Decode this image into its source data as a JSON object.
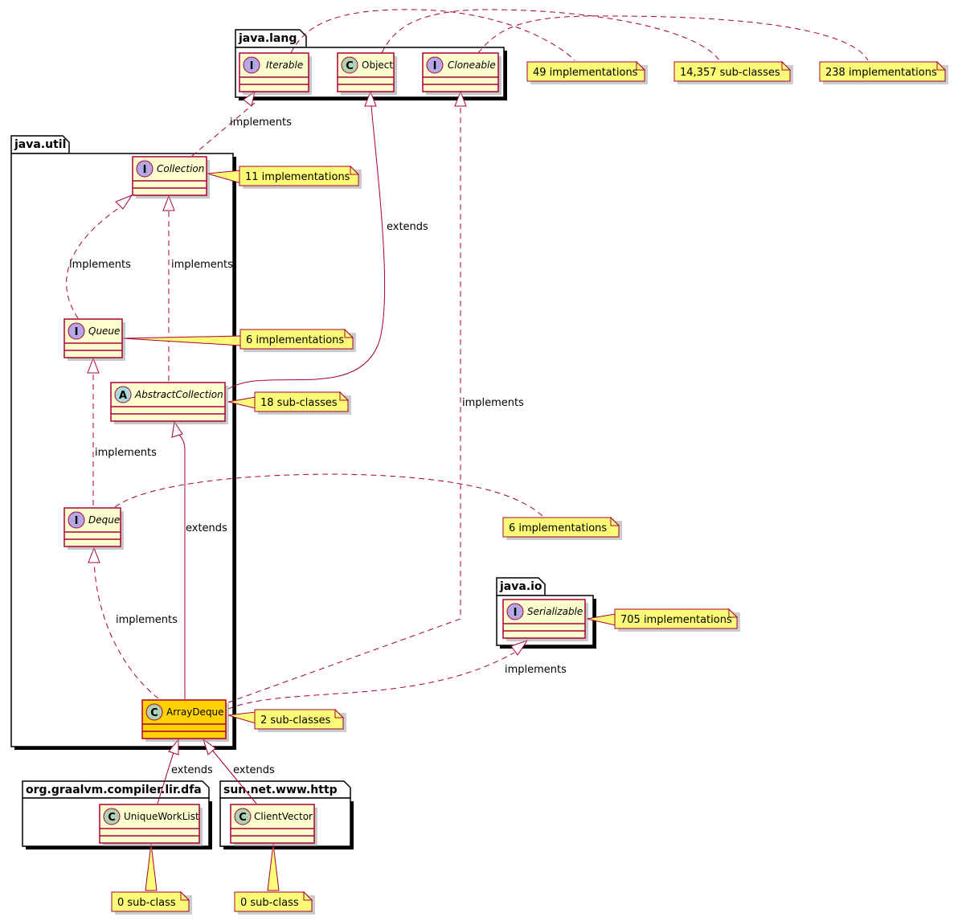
{
  "packages": [
    {
      "id": "java-lang",
      "label": "java.lang"
    },
    {
      "id": "java-util",
      "label": "java.util"
    },
    {
      "id": "java-io",
      "label": "java.io"
    },
    {
      "id": "org-graalvm",
      "label": "org.graalvm.compiler.lir.dfa"
    },
    {
      "id": "sun-net",
      "label": "sun.net.www.http"
    }
  ],
  "classes": [
    {
      "id": "iterable",
      "name": "Iterable",
      "kind": "interface",
      "badge": "I",
      "badge_color": "#B4A7E5"
    },
    {
      "id": "object",
      "name": "Object",
      "kind": "class",
      "badge": "C",
      "badge_color": "#ADD1B2"
    },
    {
      "id": "cloneable",
      "name": "Cloneable",
      "kind": "interface",
      "badge": "I",
      "badge_color": "#B4A7E5"
    },
    {
      "id": "collection",
      "name": "Collection",
      "kind": "interface",
      "badge": "I",
      "badge_color": "#B4A7E5"
    },
    {
      "id": "queue",
      "name": "Queue",
      "kind": "interface",
      "badge": "I",
      "badge_color": "#B4A7E5"
    },
    {
      "id": "abstractcollection",
      "name": "AbstractCollection",
      "kind": "abstract",
      "badge": "A",
      "badge_color": "#A9DCDF"
    },
    {
      "id": "deque",
      "name": "Deque",
      "kind": "interface",
      "badge": "I",
      "badge_color": "#B4A7E5"
    },
    {
      "id": "arraydeque",
      "name": "ArrayDeque",
      "kind": "class",
      "badge": "C",
      "badge_color": "#ADD1B2",
      "highlight": true
    },
    {
      "id": "serializable",
      "name": "Serializable",
      "kind": "interface",
      "badge": "I",
      "badge_color": "#B4A7E5"
    },
    {
      "id": "uniqueworklist",
      "name": "UniqueWorkList",
      "kind": "class",
      "badge": "C",
      "badge_color": "#ADD1B2"
    },
    {
      "id": "clientvector",
      "name": "ClientVector",
      "kind": "class",
      "badge": "C",
      "badge_color": "#ADD1B2"
    }
  ],
  "notes": [
    {
      "id": "note-iterable",
      "text": "49 implementations"
    },
    {
      "id": "note-object",
      "text": "14,357 sub-classes"
    },
    {
      "id": "note-cloneable",
      "text": "238 implementations"
    },
    {
      "id": "note-collection",
      "text": "11 implementations"
    },
    {
      "id": "note-queue",
      "text": "6 implementations"
    },
    {
      "id": "note-abstractcollection",
      "text": "18 sub-classes"
    },
    {
      "id": "note-deque",
      "text": "6 implementations"
    },
    {
      "id": "note-serializable",
      "text": "705 implementations"
    },
    {
      "id": "note-arraydeque",
      "text": "2 sub-classes"
    },
    {
      "id": "note-uniqueworklist",
      "text": "0 sub-class"
    },
    {
      "id": "note-clientvector",
      "text": "0 sub-class"
    }
  ],
  "edges": [
    {
      "id": "collection-iterable",
      "label": "implements",
      "style": "dashed"
    },
    {
      "id": "queue-collection",
      "label": "implements",
      "style": "dashed"
    },
    {
      "id": "abstractcollection-collection",
      "label": "implements",
      "style": "dashed"
    },
    {
      "id": "abstractcollection-object",
      "label": "extends",
      "style": "solid"
    },
    {
      "id": "deque-queue",
      "label": "implements",
      "style": "dashed"
    },
    {
      "id": "arraydeque-abstractcollection",
      "label": "extends",
      "style": "solid"
    },
    {
      "id": "arraydeque-deque",
      "label": "implements",
      "style": "dashed"
    },
    {
      "id": "arraydeque-cloneable",
      "label": "implements",
      "style": "dashed"
    },
    {
      "id": "arraydeque-serializable",
      "label": "implements",
      "style": "dashed"
    },
    {
      "id": "uniqueworklist-arraydeque",
      "label": "extends",
      "style": "solid"
    },
    {
      "id": "clientvector-arraydeque",
      "label": "extends",
      "style": "solid"
    }
  ]
}
